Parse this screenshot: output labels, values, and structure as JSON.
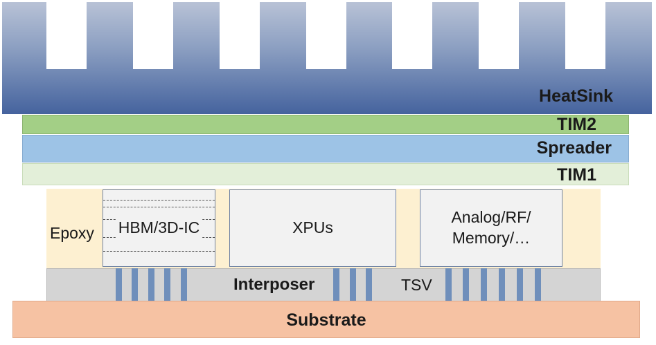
{
  "layers": {
    "heatsink": "HeatSink",
    "tim2": "TIM2",
    "spreader": "Spreader",
    "tim1": "TIM1",
    "epoxy": "Epoxy",
    "interposer": "Interposer",
    "tsv": "TSV",
    "substrate": "Substrate"
  },
  "dies": {
    "hbm": "HBM/3D-IC",
    "xpu": "XPUs",
    "analog_line1": "Analog/RF/",
    "analog_line2": "Memory/…"
  },
  "colors": {
    "heatsink_top": "#b8c2d6",
    "heatsink_bottom": "#45639e",
    "tim2": "#a3cf86",
    "spreader": "#9dc3e6",
    "tim1": "#e3efd9",
    "epoxy": "#fdf0d1",
    "interposer": "#d4d4d4",
    "substrate": "#f6c2a3",
    "tsv": "#6f8fbb"
  }
}
